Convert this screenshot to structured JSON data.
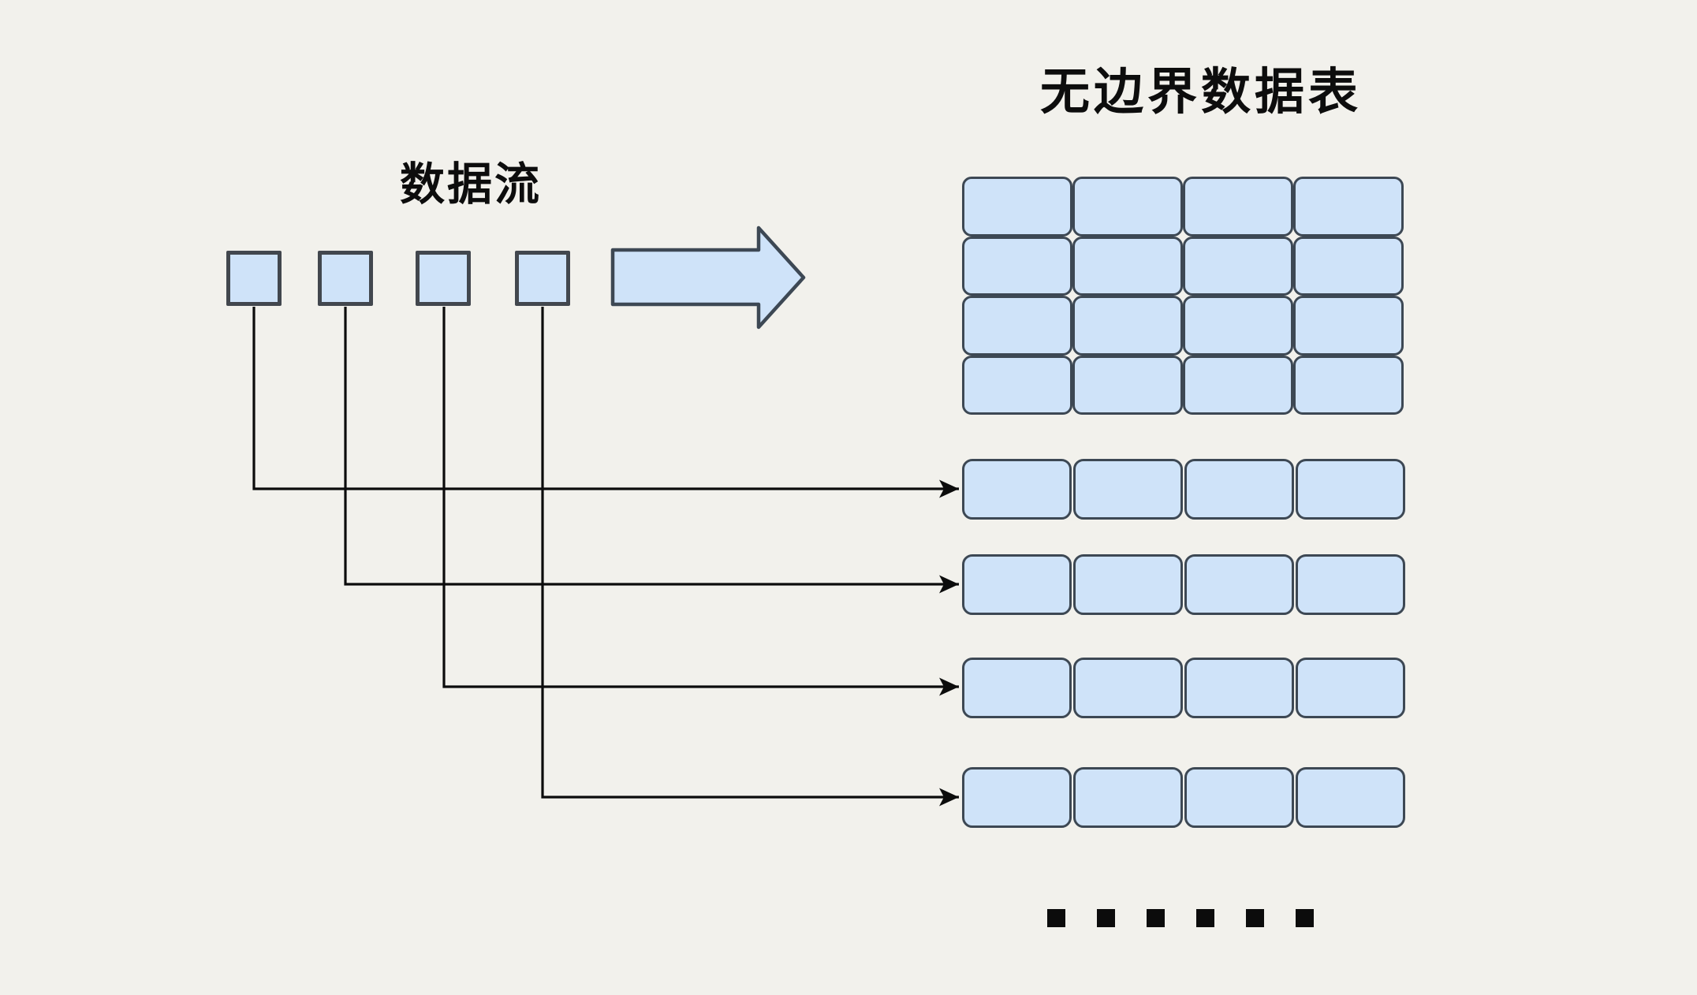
{
  "diagram": {
    "labels": {
      "stream": "数据流",
      "table": "无边界数据表"
    },
    "counts": {
      "stream_squares": 4,
      "grid_rows": 4,
      "grid_cols": 4,
      "grid_cells": 16,
      "result_rows": 4,
      "cells_per_row": 4,
      "ellipsis_dots": 6
    },
    "colors": {
      "background": "#f2f1ec",
      "cell_fill": "#cfe3f9",
      "cell_border": "#3d4854",
      "square_border": "#42474e",
      "connector": "#0c0c0c",
      "text": "#0d0d0d"
    }
  }
}
